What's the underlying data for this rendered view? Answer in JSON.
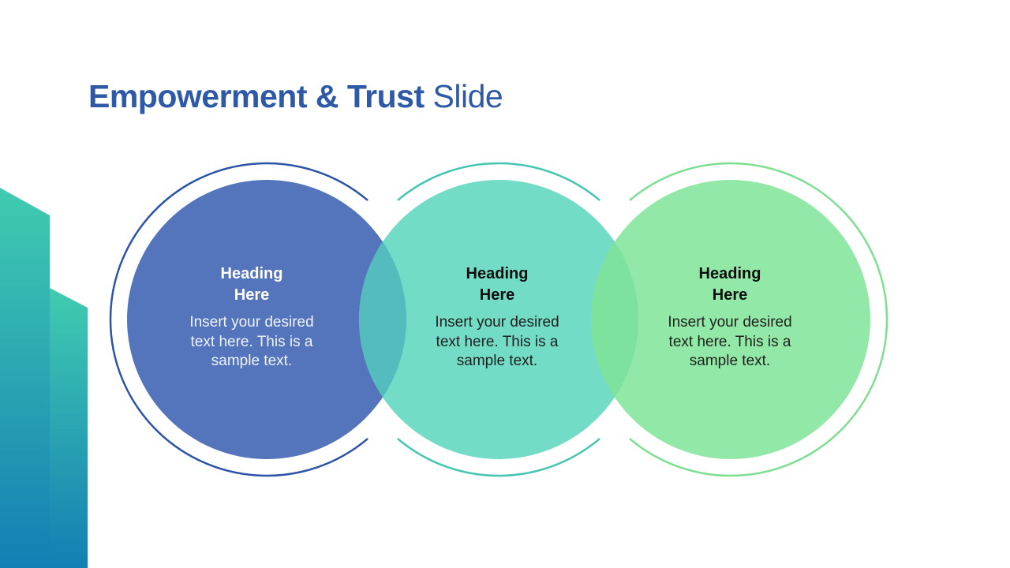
{
  "slide": {
    "title": {
      "bold": "Empowerment & Trust",
      "light": "Slide",
      "color": "#2E59A7"
    }
  },
  "decor": {
    "bar_gradient_top": "#41CBB0",
    "bar_gradient_bottom": "#137FB4"
  },
  "cards": [
    {
      "heading_line1": "Heading",
      "heading_line2": "Here",
      "body_line1": "Insert your desired",
      "body_line2": "text here. This is a",
      "body_line3": "sample text.",
      "fill": "#5475BB",
      "ring": "#2B54A6",
      "heading_color": "#FFFFFF",
      "body_color": "#EFF3FB"
    },
    {
      "heading_line1": "Heading",
      "heading_line2": "Here",
      "body_line1": "Insert your desired",
      "body_line2": "text here. This is a",
      "body_line3": "sample text.",
      "fill": "#73DCC6",
      "ring": "#46C5B2",
      "heading_color": "#0D0D0D",
      "body_color": "#1F1F1F"
    },
    {
      "heading_line1": "Heading",
      "heading_line2": "Here",
      "body_line1": "Insert your desired",
      "body_line2": "text here. This is a",
      "body_line3": "sample text.",
      "fill": "#92E8A6",
      "ring": "#7EDE92",
      "heading_color": "#0D0D0D",
      "body_color": "#1F1F1F"
    }
  ],
  "overlaps": [
    {
      "fill": "#54BBBE"
    },
    {
      "fill": "#7CE29E"
    }
  ]
}
